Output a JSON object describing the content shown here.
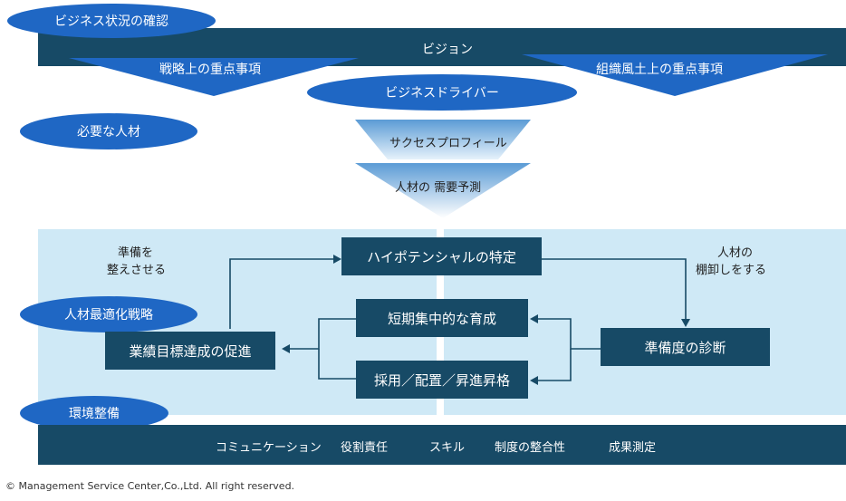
{
  "ovals": {
    "business_status": "ビジネス状況の確認",
    "business_driver": "ビジネスドライバー",
    "required_talent": "必要な人材",
    "talent_optimization": "人材最適化戦略",
    "environment": "環境整備"
  },
  "top": {
    "vision": "ビジョン",
    "strategy_priority": "戦略上の重点事項",
    "culture_priority": "組織風土上の重点事項"
  },
  "funnel": {
    "success_profile": "サクセスプロフィール",
    "demand_forecast": "人材の 需要予測"
  },
  "cycle": {
    "high_potential": "ハイポテンシャルの特定",
    "readiness_diagnosis": "準備度の診断",
    "intensive_development": "短期集中的な育成",
    "hiring_placement": "採用／配置／昇進昇格",
    "promote_achievement": "業績目標達成の促進",
    "label_prepare_1": "準備を",
    "label_prepare_2": "整えさせる",
    "label_inventory_1": "人材の",
    "label_inventory_2": "棚卸しをする"
  },
  "bottom_bar": {
    "items": [
      "コミュニケーション",
      "役割責任",
      "スキル",
      "制度の整合性",
      "成果測定"
    ]
  },
  "footer": {
    "copyright": "© Management Service Center,Co.,Ltd. All right reserved."
  },
  "colors": {
    "dark_navy": "#174a66",
    "oval_blue": "#1f67c4",
    "light_panel": "#cfe9f6",
    "funnel_light": "#dceef9",
    "funnel_dark": "#5b9bd5"
  }
}
